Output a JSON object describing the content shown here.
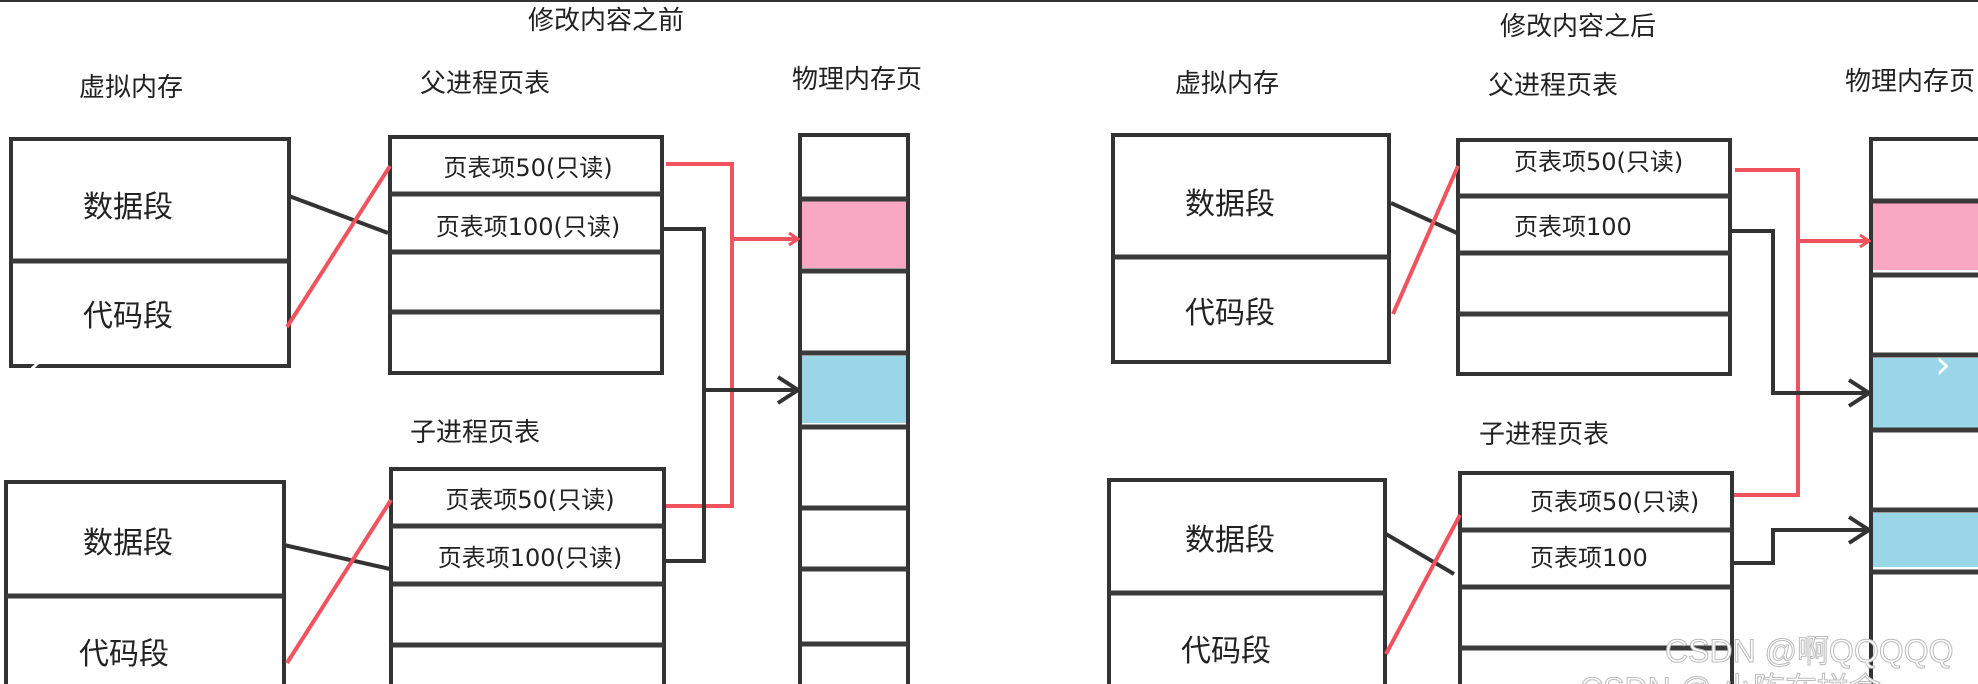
{
  "before": {
    "title": "修改内容之前",
    "virtual_memory_label": "虚拟内存",
    "parent_table_label": "父进程页表",
    "child_table_label": "子进程页表",
    "physical_label": "物理内存页",
    "data_segment": "数据段",
    "code_segment": "代码段",
    "parent_rows": [
      "页表项50(只读)",
      "页表项100(只读)"
    ],
    "child_rows": [
      "页表项50(只读)",
      "页表项100(只读)"
    ]
  },
  "after": {
    "title": "修改内容之后",
    "virtual_memory_label": "虚拟内存",
    "parent_table_label": "父进程页表",
    "child_table_label": "子进程页表",
    "physical_label": "物理内存页",
    "data_segment": "数据段",
    "code_segment": "代码段",
    "parent_rows": [
      "页表项50(只读)",
      "页表项100"
    ],
    "child_rows": [
      "页表项50(只读)",
      "页表项100"
    ]
  },
  "colors": {
    "code_page": "#f9a8c4",
    "data_page": "#98d6e8",
    "code_mapping": "#f0525e",
    "data_mapping": "#333333"
  },
  "watermark": [
    "CSDN @啊QQQQQ",
    "CSDN @  小陈在拼命"
  ],
  "nav": {
    "prev_icon": "chevron-left-icon",
    "next_icon": "chevron-right-icon"
  }
}
